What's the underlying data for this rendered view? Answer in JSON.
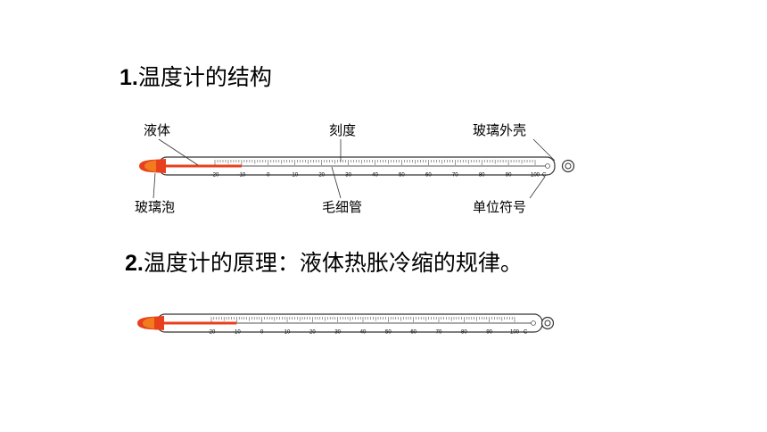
{
  "heading1": {
    "number": "1.",
    "text": "温度计的结构"
  },
  "heading2": {
    "number": "2.",
    "text": "温度计的原理：液体热胀冷缩的规律。"
  },
  "labels": {
    "liquid": "液体",
    "scale": "刻度",
    "glass_shell": "玻璃外壳",
    "bulb": "玻璃泡",
    "capillary": "毛细管",
    "unit": "单位符号"
  },
  "thermometer": {
    "scale_numbers": [
      "-20",
      "-10",
      "0",
      "10",
      "20",
      "30",
      "40",
      "50",
      "60",
      "70",
      "80",
      "90",
      "100"
    ],
    "unit_symbol": "C",
    "reading_celsius": -10,
    "colors": {
      "liquid": "#e8401c",
      "bulb_tip": "#f28a1e",
      "outline": "#333333"
    }
  }
}
